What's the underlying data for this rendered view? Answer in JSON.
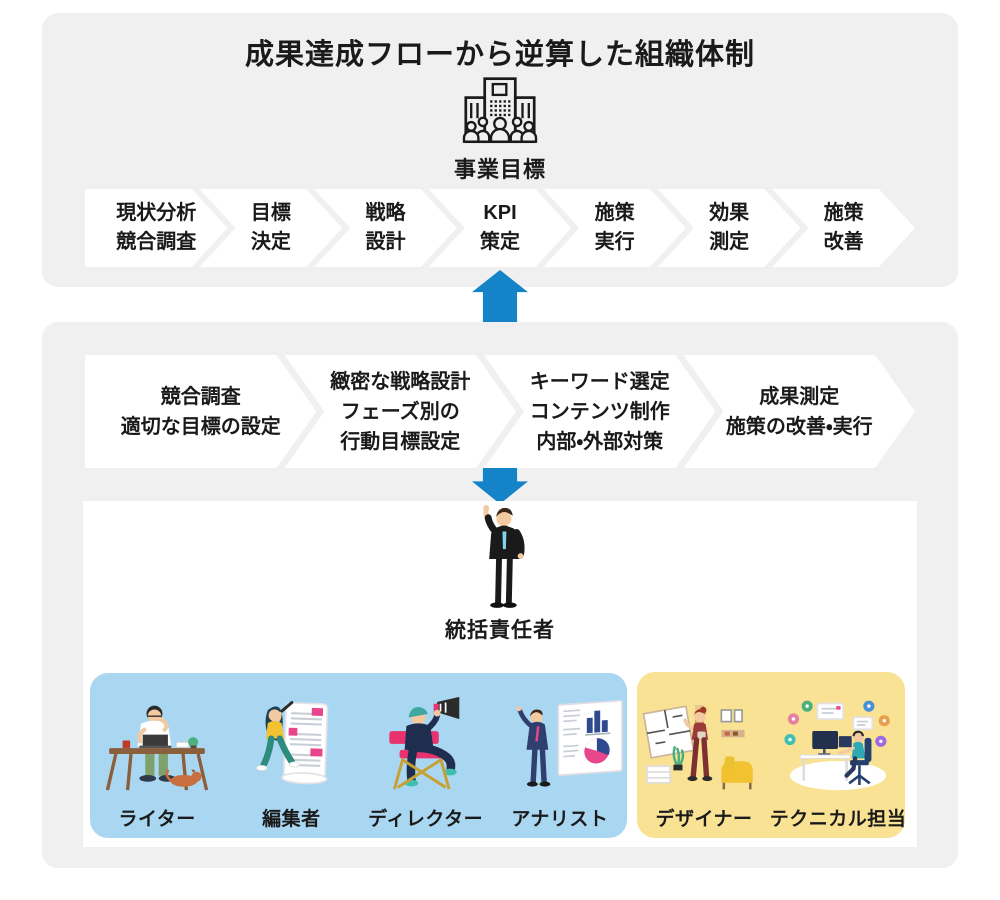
{
  "title": "成果達成フローから逆算した組織体制",
  "business_goal": {
    "label": "事業目標",
    "icon": "office-building-icon"
  },
  "top_flow": {
    "steps": [
      {
        "lines": [
          "現状分析",
          "競合調査"
        ]
      },
      {
        "lines": [
          "目標",
          "決定"
        ]
      },
      {
        "lines": [
          "戦略",
          "設計"
        ]
      },
      {
        "lines": [
          "KPI",
          "策定"
        ]
      },
      {
        "lines": [
          "施策",
          "実行"
        ]
      },
      {
        "lines": [
          "効果",
          "測定"
        ]
      },
      {
        "lines": [
          "施策",
          "改善"
        ]
      }
    ]
  },
  "strategy_flow": {
    "steps": [
      {
        "lines": [
          "競合調査",
          "適切な目標の設定"
        ]
      },
      {
        "lines": [
          "緻密な戦略設計",
          "フェーズ別の",
          "行動目標設定"
        ]
      },
      {
        "lines": [
          "キーワード選定",
          "コンテンツ制作",
          "内部・外部対策"
        ]
      },
      {
        "lines": [
          "成果測定",
          "施策の改善・実行"
        ]
      }
    ]
  },
  "manager": {
    "label": "統括責任者",
    "icon": "manager-pointing-illustration"
  },
  "teams": [
    {
      "name": "content-team",
      "roles": [
        {
          "label": "ライター",
          "icon": "writer-illustration"
        },
        {
          "label": "編集者",
          "icon": "editor-illustration"
        },
        {
          "label": "ディレクター",
          "icon": "director-illustration"
        },
        {
          "label": "アナリスト",
          "icon": "analyst-illustration"
        }
      ]
    },
    {
      "name": "technical-team",
      "roles": [
        {
          "label": "デザイナー",
          "icon": "designer-illustration"
        },
        {
          "label": "テクニカル担当",
          "icon": "technical-staff-illustration"
        }
      ]
    }
  ],
  "colors": {
    "panel_bg": "#F0F0F1",
    "accent_blue": "#1583C8",
    "content_team_bg": "#A9D7F2",
    "technical_team_bg": "#F9E294",
    "text": "#1A1A1A",
    "chevron_white": "#FFFFFF"
  }
}
